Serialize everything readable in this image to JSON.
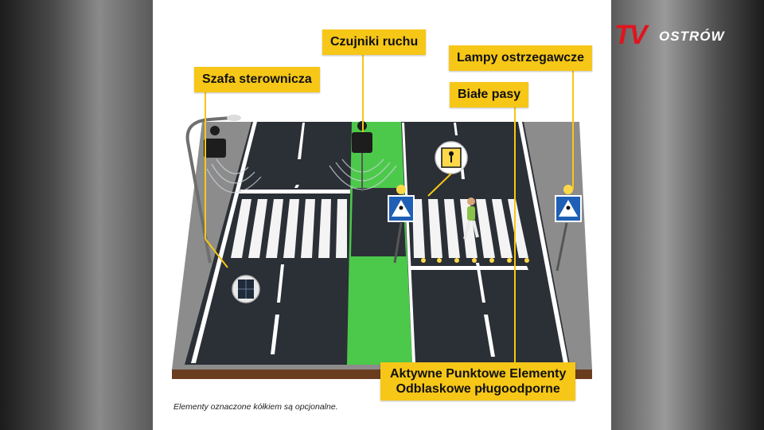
{
  "labels": {
    "cabinet": "Szafa sterownicza",
    "sensors": "Czujniki ruchu",
    "warning_lamps": "Lampy ostrzegawcze",
    "white_stripes": "Białe pasy",
    "studs_line1": "Aktywne Punktowe Elementy",
    "studs_line2": "Odblaskowe pługoodporne"
  },
  "footnote": "Elementy oznaczone kółkiem są opcjonalne.",
  "logo": {
    "brand": "TV",
    "city": "OSTRÓW"
  },
  "colors": {
    "label_bg": "#f6c717",
    "bike_lane": "#4cc94a",
    "asphalt": "#2b2f36",
    "sidewalk": "#8c8c8c",
    "logo_red": "#e0141e",
    "sign_blue": "#1f5fb5"
  },
  "icons": [
    "pedestrian-crossing-sign-icon",
    "child-warning-sign-icon",
    "solar-panel-icon",
    "warning-lamp-icon",
    "motion-sensor-icon"
  ]
}
